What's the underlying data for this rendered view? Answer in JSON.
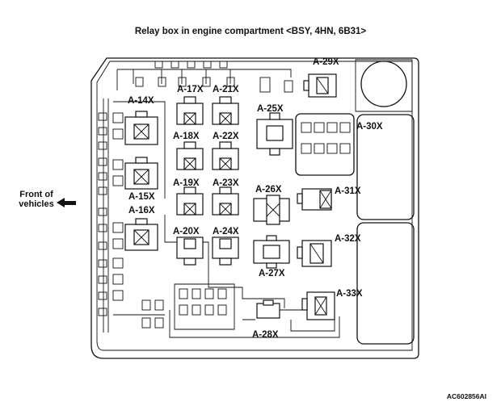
{
  "title": "Relay box in engine compartment <BSY, 4HN, 6B31>",
  "front_label": [
    "Front of",
    "vehicles"
  ],
  "figure_code": "AC602856AI",
  "connectors": [
    {
      "id": "A-14X",
      "label": "A-14X"
    },
    {
      "id": "A-15X",
      "label": "A-15X"
    },
    {
      "id": "A-16X",
      "label": "A-16X"
    },
    {
      "id": "A-17X",
      "label": "A-17X"
    },
    {
      "id": "A-18X",
      "label": "A-18X"
    },
    {
      "id": "A-19X",
      "label": "A-19X"
    },
    {
      "id": "A-20X",
      "label": "A-20X"
    },
    {
      "id": "A-21X",
      "label": "A-21X"
    },
    {
      "id": "A-22X",
      "label": "A-22X"
    },
    {
      "id": "A-23X",
      "label": "A-23X"
    },
    {
      "id": "A-24X",
      "label": "A-24X"
    },
    {
      "id": "A-25X",
      "label": "A-25X"
    },
    {
      "id": "A-26X",
      "label": "A-26X"
    },
    {
      "id": "A-27X",
      "label": "A-27X"
    },
    {
      "id": "A-28X",
      "label": "A-28X"
    },
    {
      "id": "A-29X",
      "label": "A-29X"
    },
    {
      "id": "A-30X",
      "label": "A-30X"
    },
    {
      "id": "A-31X",
      "label": "A-31X"
    },
    {
      "id": "A-32X",
      "label": "A-32X"
    },
    {
      "id": "A-33X",
      "label": "A-33X"
    }
  ]
}
